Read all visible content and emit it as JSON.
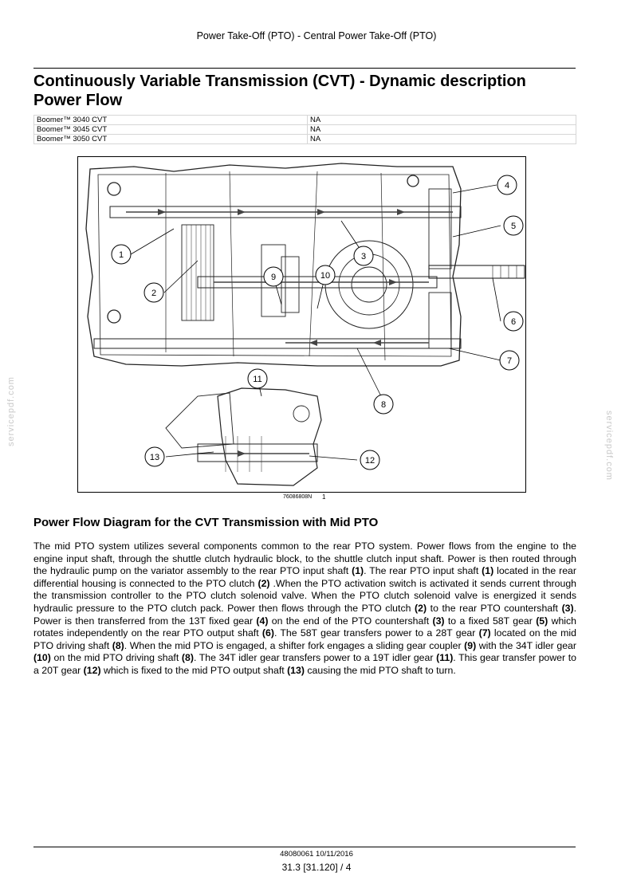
{
  "header": {
    "running_title": "Power Take-Off (PTO) - Central Power Take-Off (PTO)"
  },
  "title": {
    "line1": "Continuously Variable Transmission (CVT) - Dynamic description",
    "line2": "Power Flow"
  },
  "models": [
    {
      "model": "Boomer™ 3040 CVT",
      "value": "NA"
    },
    {
      "model": "Boomer™ 3045 CVT",
      "value": "NA"
    },
    {
      "model": "Boomer™ 3050 CVT",
      "value": "NA"
    }
  ],
  "figure": {
    "callouts": [
      "1",
      "2",
      "3",
      "4",
      "5",
      "6",
      "7",
      "8",
      "9",
      "10",
      "11",
      "12",
      "13"
    ],
    "reference": "76086808N",
    "number": "1"
  },
  "section": {
    "heading": "Power Flow Diagram for the CVT Transmission with Mid PTO"
  },
  "body": {
    "segments": [
      {
        "text": "The mid PTO system utilizes several components common to the rear PTO system.  Power flows from the engine to the engine input shaft, through the shuttle clutch hydraulic block, to the shuttle clutch input shaft.  Power is then routed through the hydraulic pump on the variator assembly to the rear PTO input shaft ",
        "bold": false
      },
      {
        "text": "(1)",
        "bold": true
      },
      {
        "text": ".  The rear PTO input shaft ",
        "bold": false
      },
      {
        "text": "(1)",
        "bold": true
      },
      {
        "text": " located in the rear differential housing is connected to the PTO clutch ",
        "bold": false
      },
      {
        "text": "(2)",
        "bold": true
      },
      {
        "text": " .When the PTO activation switch is activated it sends current through the transmission controller to the PTO clutch solenoid valve. When the PTO clutch solenoid valve is energized it sends hydraulic pressure to the PTO clutch pack.  Power then flows through the PTO clutch ",
        "bold": false
      },
      {
        "text": "(2)",
        "bold": true
      },
      {
        "text": " to the rear PTO countershaft ",
        "bold": false
      },
      {
        "text": "(3)",
        "bold": true
      },
      {
        "text": ".  Power is then transferred from the 13T fixed gear ",
        "bold": false
      },
      {
        "text": "(4)",
        "bold": true
      },
      {
        "text": " on the end of the PTO countershaft ",
        "bold": false
      },
      {
        "text": "(3)",
        "bold": true
      },
      {
        "text": " to a fixed 58T gear ",
        "bold": false
      },
      {
        "text": "(5)",
        "bold": true
      },
      {
        "text": " which rotates independently on the rear PTO output shaft ",
        "bold": false
      },
      {
        "text": "(6)",
        "bold": true
      },
      {
        "text": ".  The 58T gear transfers power to a 28T gear ",
        "bold": false
      },
      {
        "text": "(7)",
        "bold": true
      },
      {
        "text": " located on the mid PTO driving shaft ",
        "bold": false
      },
      {
        "text": "(8)",
        "bold": true
      },
      {
        "text": ".  When the mid PTO is engaged, a shifter fork engages a sliding gear coupler ",
        "bold": false
      },
      {
        "text": "(9)",
        "bold": true
      },
      {
        "text": " with the 34T idler gear ",
        "bold": false
      },
      {
        "text": "(10)",
        "bold": true
      },
      {
        "text": " on the mid PTO driving shaft ",
        "bold": false
      },
      {
        "text": "(8)",
        "bold": true
      },
      {
        "text": ".  The 34T idler gear transfers power to a 19T idler gear ",
        "bold": false
      },
      {
        "text": "(11)",
        "bold": true
      },
      {
        "text": ".  This gear transfer power to a 20T gear ",
        "bold": false
      },
      {
        "text": "(12)",
        "bold": true
      },
      {
        "text": " which is fixed to the mid PTO output shaft ",
        "bold": false
      },
      {
        "text": "(13)",
        "bold": true
      },
      {
        "text": " causing the mid PTO shaft to turn.",
        "bold": false
      }
    ]
  },
  "watermark": "servicepdf.com",
  "footer": {
    "doc": "48080061 10/11/2016",
    "page": "31.3 [31.120] / 4"
  }
}
